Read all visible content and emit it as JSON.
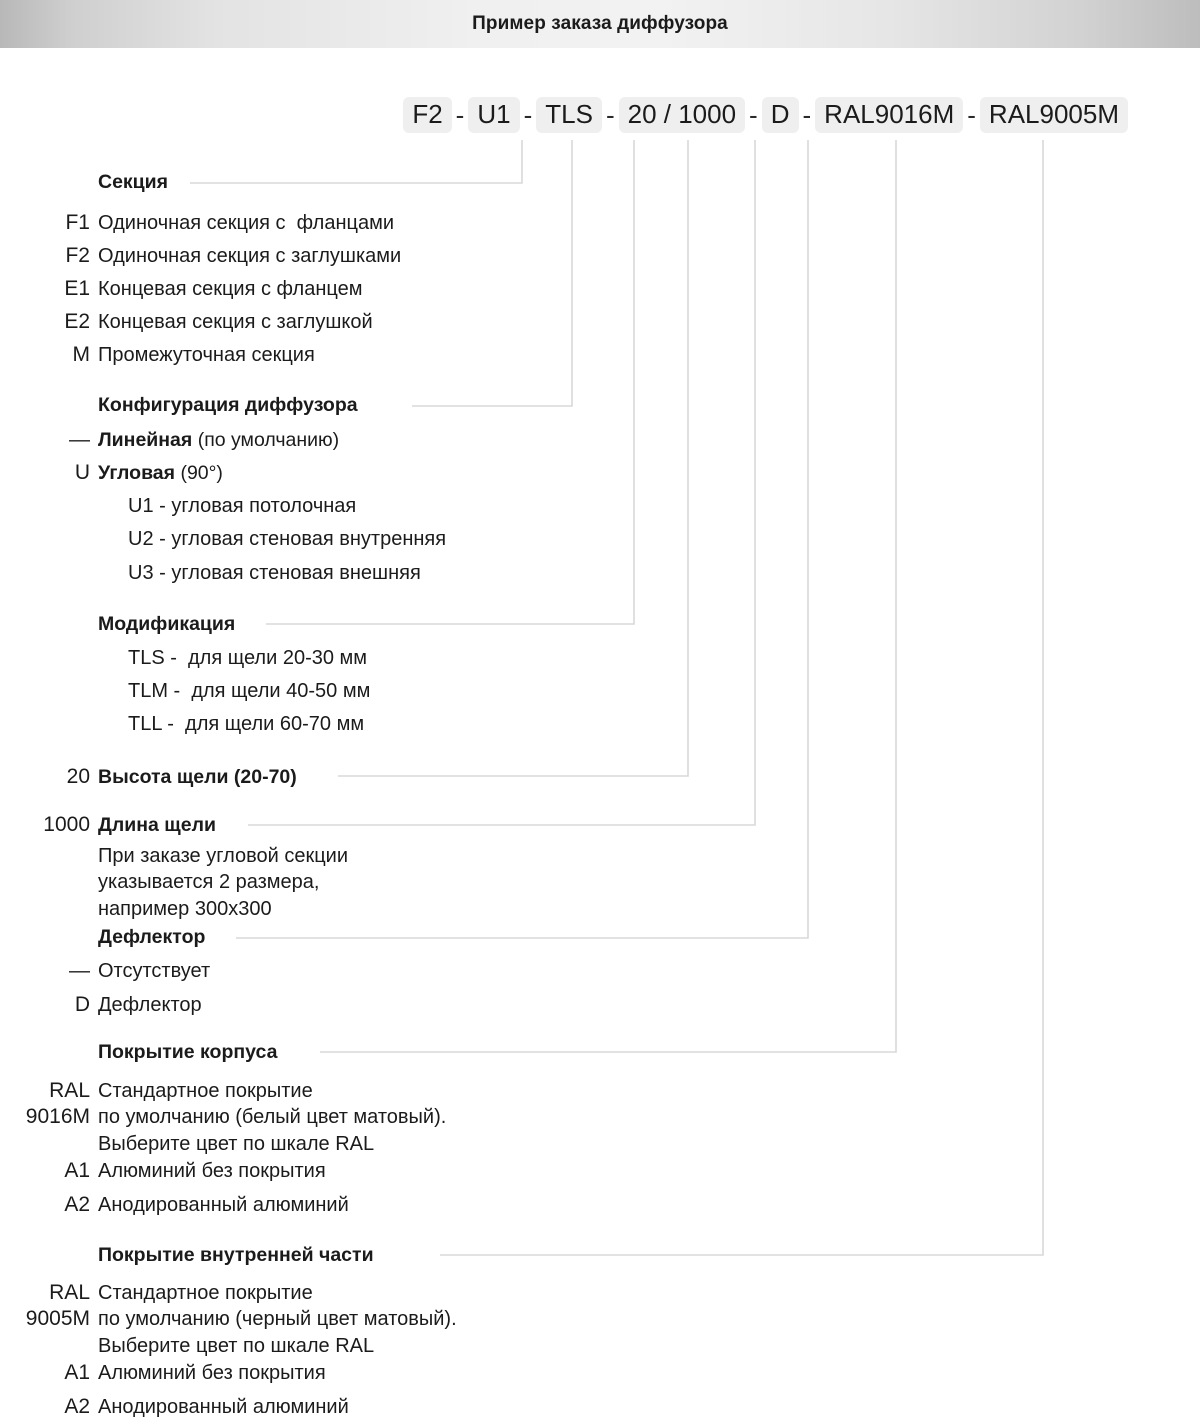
{
  "header": {
    "title": "Пример заказа диффузора"
  },
  "code_string": {
    "tokens": [
      "F2",
      "U1",
      "TLS",
      "20 / 1000",
      "D",
      "RAL9016M",
      "RAL9005M"
    ],
    "separator": "-",
    "token_bg": "#efefef"
  },
  "sections": [
    {
      "title": "Секция",
      "rows": [
        {
          "code": "F1",
          "text": "Одиночная секция с  фланцами"
        },
        {
          "code": "F2",
          "text": "Одиночная секция с заглушками"
        },
        {
          "code": "E1",
          "text": "Концевая секция с фланцем"
        },
        {
          "code": "E2",
          "text": "Концевая секция с заглушкой"
        },
        {
          "code": "M",
          "text": "Промежуточная секция"
        }
      ]
    },
    {
      "title": "Конфигурация диффузора",
      "rows": [
        {
          "code": "—",
          "text": "Линейная",
          "suffix": " (по умолчанию)",
          "bold": true
        },
        {
          "code": "U",
          "text": "Угловая",
          "suffix": " (90°)",
          "bold": true
        },
        {
          "code": "",
          "text": "U1 - угловая потолочная",
          "indent": true
        },
        {
          "code": "",
          "text": "U2 - угловая стеновая внутренняя",
          "indent": true
        },
        {
          "code": "",
          "text": "U3 - угловая стеновая внешняя",
          "indent": true
        }
      ]
    },
    {
      "title": "Модификация",
      "rows": [
        {
          "code": "",
          "text": "TLS -  для щели 20-30 мм",
          "indent": true
        },
        {
          "code": "",
          "text": "TLM -  для щели 40-50 мм",
          "indent": true
        },
        {
          "code": "",
          "text": "TLL -  для щели 60-70 мм",
          "indent": true
        }
      ]
    },
    {
      "title": "Высота щели (20-70)",
      "code": "20",
      "rows": []
    },
    {
      "title": "Длина щели",
      "code": "1000",
      "rows": [
        {
          "code": "",
          "text": "При заказе угловой секции\nуказывается 2 размера,\nнапример 300х300"
        }
      ]
    },
    {
      "title": "Дефлектор",
      "rows": [
        {
          "code": "—",
          "text": "Отсутствует"
        },
        {
          "code": "D",
          "text": "Дефлектор"
        }
      ]
    },
    {
      "title": "Покрытие корпуса",
      "rows": [
        {
          "code": "RAL\n9016M",
          "text": "Стандартное покрытие\nпо умолчанию (белый цвет матовый).\nВыберите цвет по шкале RAL"
        },
        {
          "code": "A1",
          "text": "Алюминий без покрытия"
        },
        {
          "code": "A2",
          "text": "Анодированный алюминий"
        }
      ]
    },
    {
      "title": "Покрытие внутренней части",
      "rows": [
        {
          "code": "RAL\n9005M",
          "text": "Стандартное покрытие\nпо умолчанию (черный цвет матовый).\nВыберите цвет по шкале RAL"
        },
        {
          "code": "A1",
          "text": "Алюминий без покрытия"
        },
        {
          "code": "A2",
          "text": "Анодированный алюминий"
        }
      ]
    }
  ],
  "leader_color": "#d6d6d6"
}
